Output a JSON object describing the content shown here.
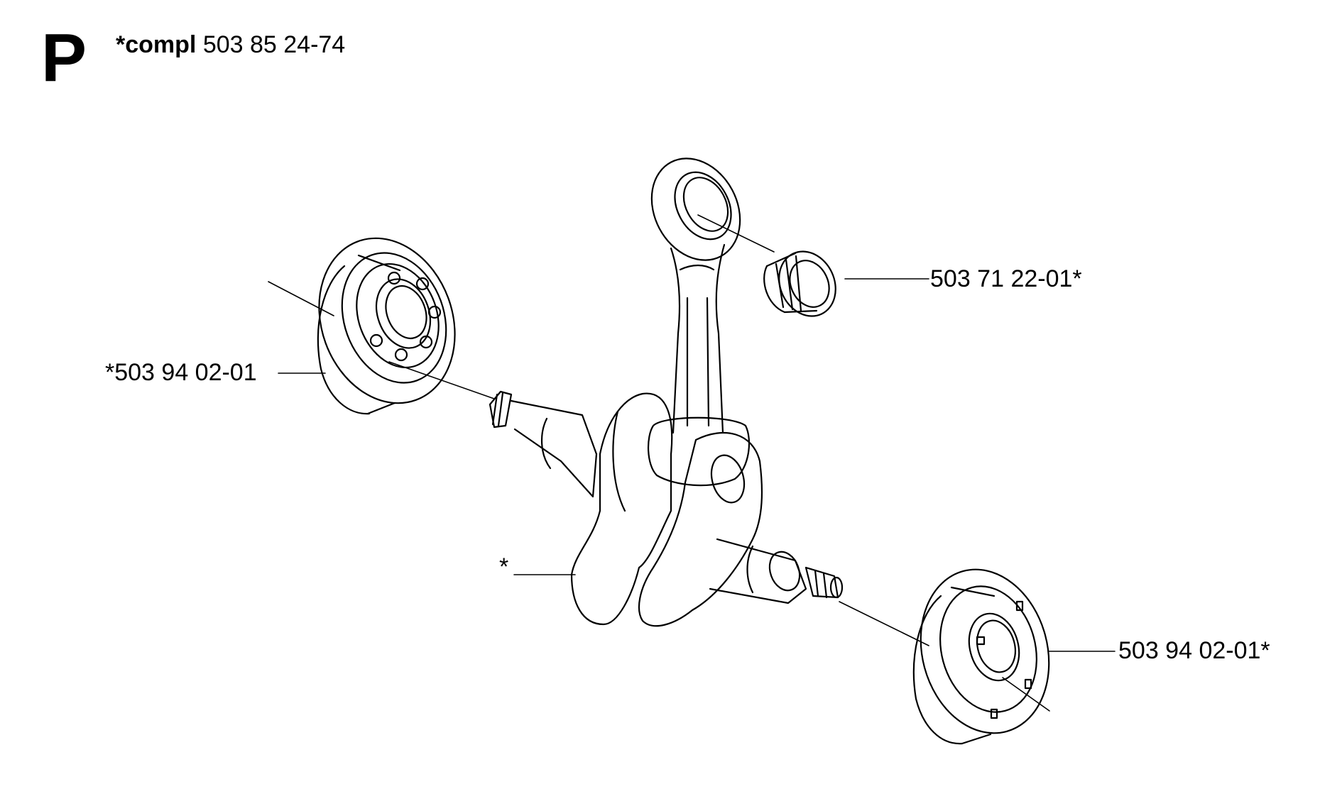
{
  "section": {
    "letter": "P"
  },
  "assembly": {
    "prefix": "*compl",
    "part_number": "503 85 24-74"
  },
  "callouts": {
    "needle_bearing": "503 71 22-01*",
    "bearing_left": "*503 94 02-01",
    "crankshaft": "*",
    "bearing_right": "503 94 02-01*"
  }
}
